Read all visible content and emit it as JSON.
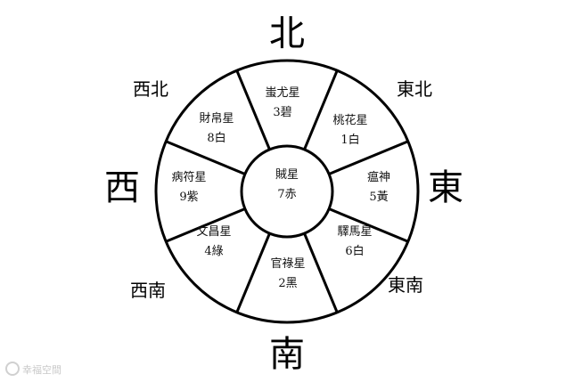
{
  "directions": {
    "north": "北",
    "south": "南",
    "west": "西",
    "east": "東",
    "northwest": "西北",
    "northeast": "東北",
    "southwest": "西南",
    "southeast": "東南"
  },
  "sectors": {
    "center": {
      "name": "賊星",
      "star": "7赤"
    },
    "north": {
      "name": "蚩尤星",
      "star": "3碧"
    },
    "northeast": {
      "name": "桃花星",
      "star": "1白"
    },
    "east": {
      "name": "瘟神",
      "star": "5黃"
    },
    "southeast": {
      "name": "驛馬星",
      "star": "6白"
    },
    "south": {
      "name": "官祿星",
      "star": "2黑"
    },
    "southwest": {
      "name": "文昌星",
      "star": "4綠"
    },
    "west": {
      "name": "病符星",
      "star": "9紫"
    },
    "northwest": {
      "name": "財帛星",
      "star": "8白"
    }
  },
  "watermark": {
    "text": "幸福空間"
  }
}
